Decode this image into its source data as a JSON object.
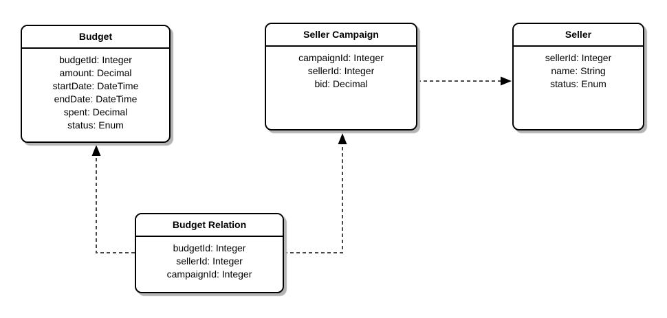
{
  "diagram": {
    "type": "entity-relationship",
    "background_color": "#ffffff",
    "box_fill_color": "#ffffff",
    "box_border_color": "#000000",
    "shadow_color": "#b4b4b4",
    "connector_color": "#474747",
    "arrowhead_color": "#000000",
    "connector_style": "dashed"
  },
  "entities": [
    {
      "name": "Budget",
      "attributes": [
        "budgetId: Integer",
        "amount: Decimal",
        "startDate: DateTime",
        "endDate: DateTime",
        "spent: Decimal",
        "status: Enum"
      ]
    },
    {
      "name": "Seller Campaign",
      "attributes": [
        "campaignId: Integer",
        "sellerId: Integer",
        "bid: Decimal"
      ]
    },
    {
      "name": "Seller",
      "attributes": [
        "sellerId: Integer",
        "name: String",
        "status: Enum"
      ]
    },
    {
      "name": "Budget Relation",
      "attributes": [
        "budgetId: Integer",
        "sellerId: Integer",
        "campaignId: Integer"
      ]
    }
  ],
  "relations": [
    {
      "from": "Seller Campaign",
      "to": "Seller",
      "style": "dashed-arrow"
    },
    {
      "from": "Budget Relation",
      "to": "Budget",
      "style": "dashed-arrow"
    },
    {
      "from": "Budget Relation",
      "to": "Seller Campaign",
      "style": "dashed-arrow"
    }
  ]
}
